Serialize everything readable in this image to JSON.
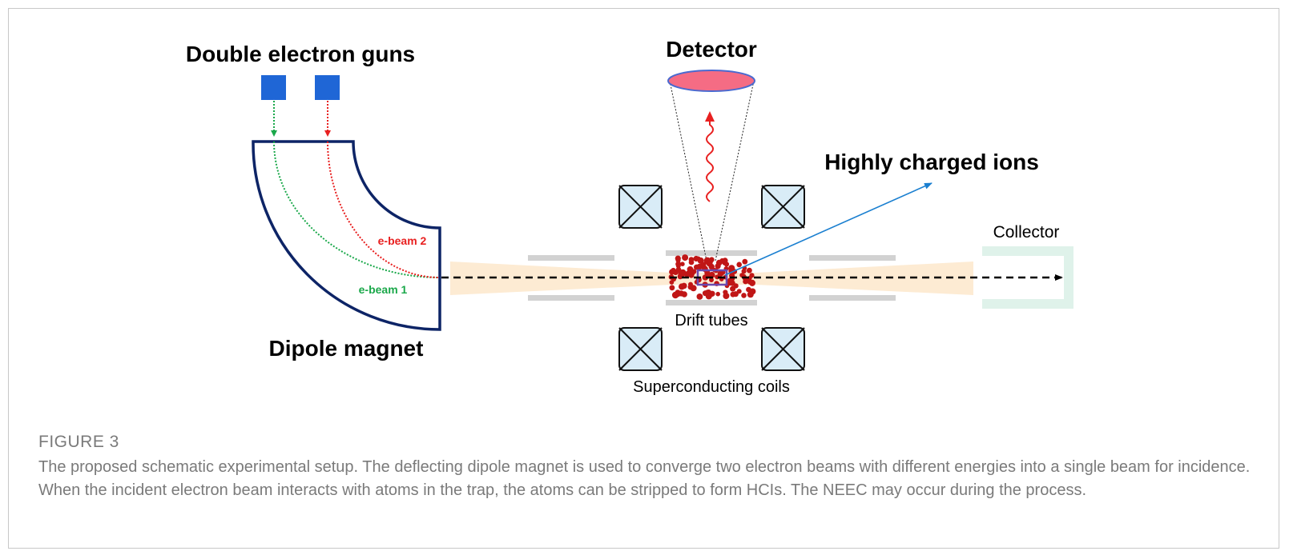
{
  "figure": {
    "labels": {
      "guns": "Double electron guns",
      "detector": "Detector",
      "hci": "Highly charged ions",
      "collector": "Collector",
      "ebeam2": "e-beam 2",
      "ebeam1": "e-beam 1",
      "dipole": "Dipole magnet",
      "drift": "Drift tubes",
      "coils": "Superconducting coils"
    },
    "colors": {
      "gun": "#1f66d6",
      "magnet_outline": "#0d2466",
      "ebeam1": "#1aa84a",
      "ebeam2": "#e82020",
      "detector_fill": "#f56c84",
      "detector_stroke": "#4a6ad0",
      "ion": "#c01616",
      "hci_arrow": "#1a7fd0",
      "beam_glow": "#fdebd3",
      "tube": "#d2d2d2",
      "coil_fill": "#d9ecf7",
      "collector": "#dff2ea"
    }
  },
  "caption": {
    "label": "FIGURE 3",
    "text": "The proposed schematic experimental setup. The deflecting dipole magnet is used to converge two electron beams with different energies into a single beam for incidence. When the incident electron beam interacts with atoms in the trap, the atoms can be stripped to form HCIs. The NEEC may occur during the process."
  }
}
